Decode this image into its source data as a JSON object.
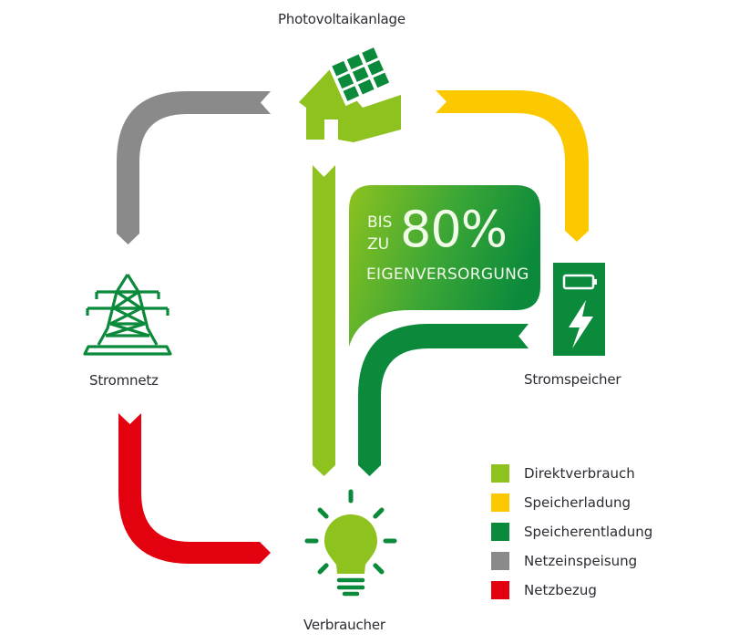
{
  "nodes": {
    "pv": {
      "label": "Photovoltaikanlage"
    },
    "grid": {
      "label": "Stromnetz"
    },
    "storage": {
      "label": "Stromspeicher"
    },
    "consumer": {
      "label": "Verbraucher"
    }
  },
  "badge": {
    "prefix_line1": "BIS",
    "prefix_line2": "ZU",
    "value": "80%",
    "caption": "EIGENVERSORGUNG"
  },
  "colors": {
    "direct": "#8dc21f",
    "charge": "#fcc800",
    "discharge": "#0c8a3c",
    "feed_in": "#8a8a8a",
    "grid_draw": "#e3000f",
    "icon_green": "#0c8a3c",
    "house_green": "#8dc21f"
  },
  "legend": {
    "items": [
      {
        "label": "Direktverbrauch",
        "color": "#8dc21f"
      },
      {
        "label": "Speicherladung",
        "color": "#fcc800"
      },
      {
        "label": "Speicherentladung",
        "color": "#0c8a3c"
      },
      {
        "label": "Netzeinspeisung",
        "color": "#8a8a8a"
      },
      {
        "label": "Netzbezug",
        "color": "#e3000f"
      }
    ]
  },
  "flows": [
    {
      "name": "Netzeinspeisung",
      "from": "Photovoltaikanlage",
      "to": "Stromnetz"
    },
    {
      "name": "Speicherladung",
      "from": "Photovoltaikanlage",
      "to": "Stromspeicher"
    },
    {
      "name": "Direktverbrauch",
      "from": "Photovoltaikanlage",
      "to": "Verbraucher"
    },
    {
      "name": "Speicherentladung",
      "from": "Stromspeicher",
      "to": "Verbraucher"
    },
    {
      "name": "Netzbezug",
      "from": "Stromnetz",
      "to": "Verbraucher"
    }
  ]
}
